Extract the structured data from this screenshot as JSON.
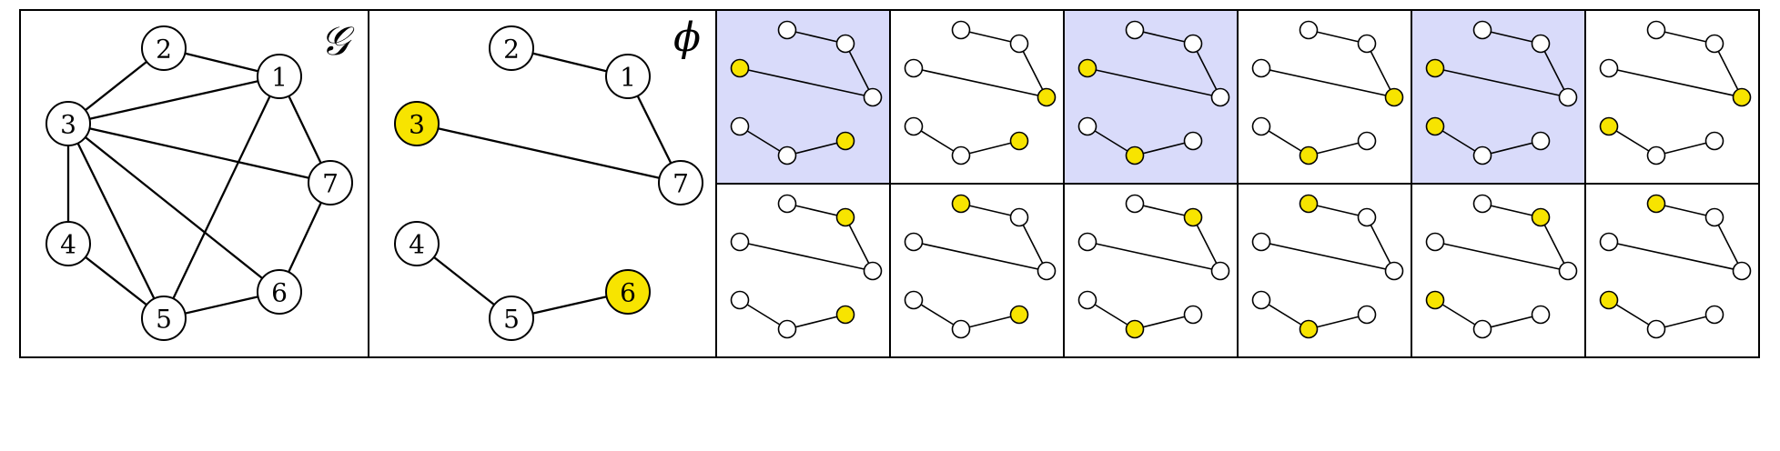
{
  "figure": {
    "colors": {
      "highlight_fill": "#f7e400",
      "node_fill": "#ffffff",
      "selected_cell_bg": "#d9dbfa",
      "line": "#000000"
    },
    "graph_panel": {
      "title": "𝒢",
      "nodes": [
        "1",
        "2",
        "3",
        "4",
        "5",
        "6",
        "7"
      ],
      "edges": [
        [
          "2",
          "1"
        ],
        [
          "2",
          "3"
        ],
        [
          "3",
          "1"
        ],
        [
          "3",
          "4"
        ],
        [
          "3",
          "5"
        ],
        [
          "3",
          "6"
        ],
        [
          "3",
          "7"
        ],
        [
          "1",
          "5"
        ],
        [
          "1",
          "7"
        ],
        [
          "4",
          "5"
        ],
        [
          "5",
          "6"
        ],
        [
          "6",
          "7"
        ]
      ]
    },
    "phi_panel": {
      "title": "ϕ",
      "nodes": [
        "1",
        "2",
        "3",
        "4",
        "5",
        "6",
        "7"
      ],
      "highlighted": [
        "3",
        "6"
      ],
      "edges": [
        [
          "2",
          "1"
        ],
        [
          "1",
          "7"
        ],
        [
          "3",
          "7"
        ],
        [
          "4",
          "5"
        ],
        [
          "5",
          "6"
        ]
      ]
    },
    "embedding_grid": {
      "rows": 2,
      "cols": 6,
      "cells": [
        {
          "highlighted": [
            "3",
            "6"
          ],
          "selected": true
        },
        {
          "highlighted": [
            "7",
            "6"
          ],
          "selected": false
        },
        {
          "highlighted": [
            "3",
            "5"
          ],
          "selected": true
        },
        {
          "highlighted": [
            "7",
            "5"
          ],
          "selected": false
        },
        {
          "highlighted": [
            "3",
            "4"
          ],
          "selected": true
        },
        {
          "highlighted": [
            "7",
            "4"
          ],
          "selected": false
        },
        {
          "highlighted": [
            "1",
            "6"
          ],
          "selected": false
        },
        {
          "highlighted": [
            "2",
            "6"
          ],
          "selected": false
        },
        {
          "highlighted": [
            "1",
            "5"
          ],
          "selected": false
        },
        {
          "highlighted": [
            "2",
            "5"
          ],
          "selected": false
        },
        {
          "highlighted": [
            "1",
            "4"
          ],
          "selected": false
        },
        {
          "highlighted": [
            "2",
            "4"
          ],
          "selected": false
        }
      ]
    }
  }
}
